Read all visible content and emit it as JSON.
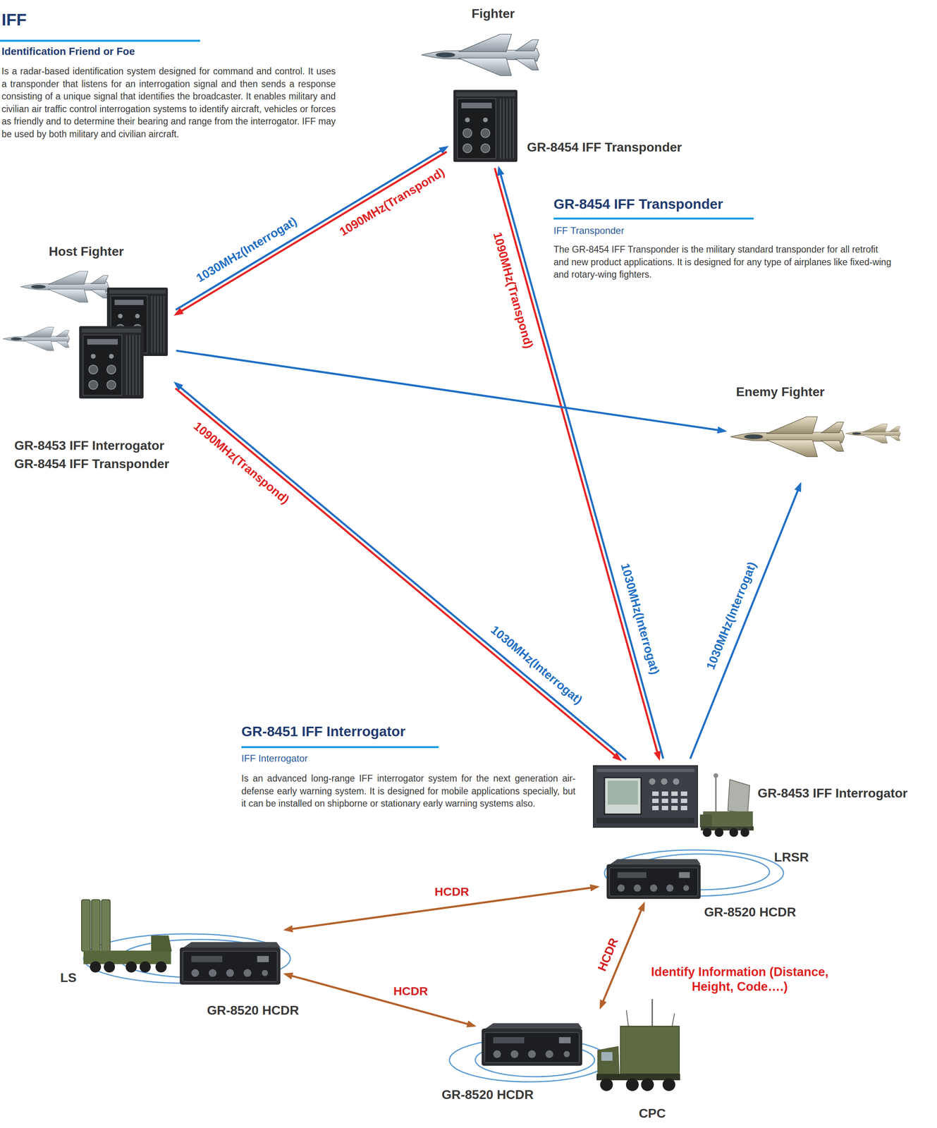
{
  "diagram": {
    "title": "IFF",
    "nodes": [
      {
        "text": [
          "Fighter",
          "GR-8454 IFF Transponder"
        ]
      },
      {
        "text": [
          "Host Fighter",
          "GR-8453 IFF Interrogator",
          "GR-8454 IFF Transponder"
        ]
      },
      {
        "text": [
          "Enemy Fighter"
        ]
      },
      {
        "text": [
          "GR-8453 IFF Interrogator",
          "LRSR"
        ]
      },
      {
        "text": [
          "GR-8520 HCDR"
        ]
      },
      {
        "text": [
          "LS",
          "GR-8520 HCDR"
        ]
      },
      {
        "text": [
          "GR-8520 HCDR",
          "CPC"
        ]
      }
    ],
    "edges": [
      {
        "from": 1,
        "to": 0,
        "label": "1030MHz(Interrogat)",
        "arrow": "to"
      },
      {
        "from": 0,
        "to": 1,
        "label": "1090MHz(Transpond)",
        "arrow": "to"
      },
      {
        "from": 0,
        "to": 3,
        "label": "1090MHz(Transpond)",
        "arrow": "to"
      },
      {
        "from": 3,
        "to": 0,
        "label": "1030MHz(Interrogat)",
        "arrow": "to"
      },
      {
        "from": 1,
        "to": 2,
        "arrow": "to"
      },
      {
        "from": 1,
        "to": 3,
        "label": "1090MHz(Transpond)",
        "arrow": "to"
      },
      {
        "from": 3,
        "to": 1,
        "label": "1030MHz(Interrogat)",
        "arrow": "to"
      },
      {
        "from": 3,
        "to": 2,
        "label": "1030MHz(Interrogat)",
        "arrow": "to"
      },
      {
        "from": 4,
        "to": 5,
        "label": "HCDR",
        "arrow": "both"
      },
      {
        "from": 5,
        "to": 6,
        "label": "HCDR",
        "arrow": "both"
      },
      {
        "from": 6,
        "to": 4,
        "label": "HCDR",
        "arrow": "both"
      }
    ],
    "labels": [
      "Identification Friend or Foe",
      "Is a radar-based identification system designed for command and control. It uses a transponder that listens for an interrogation signal and then sends a response consisting of a unique signal that identifies the broadcaster. It enables military and civilian air traffic control interrogation systems to identify aircraft, vehicles or forces as friendly and to determine their bearing and range from the interrogator. IFF may be used by both military and civilian aircraft.",
      "GR-8454 IFF Transponder",
      "IFF Transponder",
      "The GR-8454 IFF Transponder is the military standard transponder for all retrofit and new product applications. It is designed for any type of airplanes like fixed-wing and rotary-wing fighters.",
      "GR-8451 IFF Interrogator",
      "IFF Interrogator",
      "Is an advanced long-range IFF interrogator system for the next generation air-defense early warning system. It is designed for mobile applications specially, but it can be installed on shipborne or stationary early warning systems also.",
      "Identify Information (Distance, Height, Code….)"
    ]
  }
}
